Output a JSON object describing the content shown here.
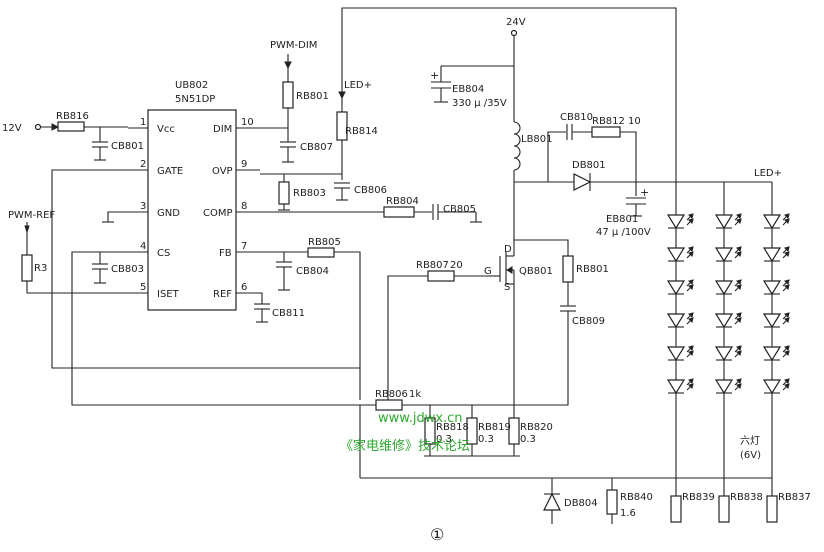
{
  "ic": {
    "ref": "UB802",
    "model": "5N51DP",
    "pins": [
      {
        "num": "1",
        "name": "Vcc"
      },
      {
        "num": "2",
        "name": "GATE"
      },
      {
        "num": "3",
        "name": "GND"
      },
      {
        "num": "4",
        "name": "CS"
      },
      {
        "num": "5",
        "name": "ISET"
      },
      {
        "num": "10",
        "name": "DIM"
      },
      {
        "num": "9",
        "name": "OVP"
      },
      {
        "num": "8",
        "name": "COMP"
      },
      {
        "num": "7",
        "name": "FB"
      },
      {
        "num": "6",
        "name": "REF"
      }
    ]
  },
  "nets": {
    "v12": "12V",
    "v24": "24V",
    "led_plus_a": "LED+",
    "led_plus_b": "LED+",
    "pwm_dim": "PWM-DIM",
    "pwm_ref": "PWM-REF"
  },
  "components": {
    "rb816": "RB816",
    "cb801": "CB801",
    "r3": "R3",
    "cb803": "CB803",
    "rb801a": "RB801",
    "cb807": "CB807",
    "rb803": "RB803",
    "rb814": "RB814",
    "cb806": "CB806",
    "rb804": "RB804",
    "cb805": "CB805",
    "rb805": "RB805",
    "cb804": "CB804",
    "cb811": "CB811",
    "eb804": "EB804",
    "eb804_val": "330 μ /35V",
    "lb801": "LB801",
    "cb810": "CB810",
    "rb812": "RB812",
    "rb812_val": "10",
    "db801": "DB801",
    "eb801": "EB801",
    "eb801_val": "47 μ /100V",
    "rb807": "RB807",
    "rb807_val": "20",
    "qb801": "QB801",
    "d_pin": "D",
    "g_pin": "G",
    "s_pin": "S",
    "rb801b": "RB801",
    "cb809": "CB809",
    "rb806": "RB806",
    "rb806_val": "1k",
    "rb818": "RB818",
    "rb818_val": "0.3",
    "rb819": "RB819",
    "rb819_val": "0.3",
    "rb820": "RB820",
    "rb820_val": "0.3",
    "db804": "DB804",
    "rb840": "RB840",
    "rb840_val": "1.6",
    "rb839": "RB839",
    "rb838": "RB838",
    "rb837": "RB837",
    "leds_label": "六灯",
    "leds_voltage": "(6V)"
  },
  "figure_number": "①",
  "watermark": {
    "url": "www.jdwx.cn",
    "forum": "《家电维修》技术论坛"
  }
}
